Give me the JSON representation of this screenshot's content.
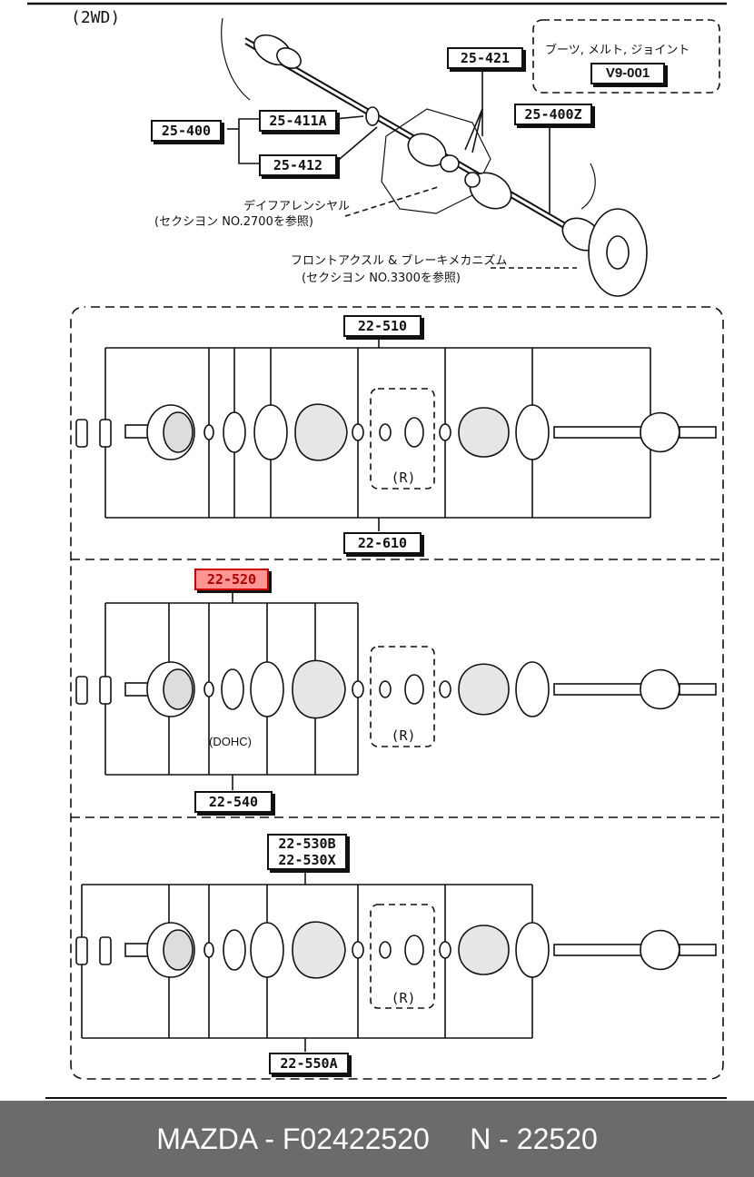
{
  "header": {
    "variant": "(2WD)"
  },
  "top_section": {
    "labels": {
      "assy": "25-400",
      "part_411a": "25-411A",
      "part_412": "25-412",
      "part_421": "25-421",
      "part_400z": "25-400Z"
    },
    "note_box": {
      "line1": "ブーツ, メルト, ジョイント",
      "code": "V9-001"
    },
    "ref_differential": {
      "line1": "デイフアレンシヤル",
      "line2": "(セクシヨン NO.2700を参照)"
    },
    "ref_front_axle": {
      "line1": "フロントアクスル & ブレーキメカニズム",
      "line2": "(セクシヨン NO.3300を参照)"
    }
  },
  "panel_1": {
    "top_label": "22-510",
    "bottom_label": "22-610",
    "variant_mark": "(R)"
  },
  "panel_2": {
    "top_label": "22-520",
    "bottom_label": "22-540",
    "engine_note": "(DOHC)",
    "variant_mark": "(R)",
    "highlight_color": "#ff4d4d"
  },
  "panel_3": {
    "top_label_1": "22-530B",
    "top_label_2": "22-530X",
    "bottom_label": "22-550A",
    "variant_mark": "(R)"
  },
  "footer": {
    "brand": "MAZDA",
    "part_number": "F02422520",
    "ref": "N - 22520",
    "text": "MAZDA - F02422520     N - 22520"
  }
}
